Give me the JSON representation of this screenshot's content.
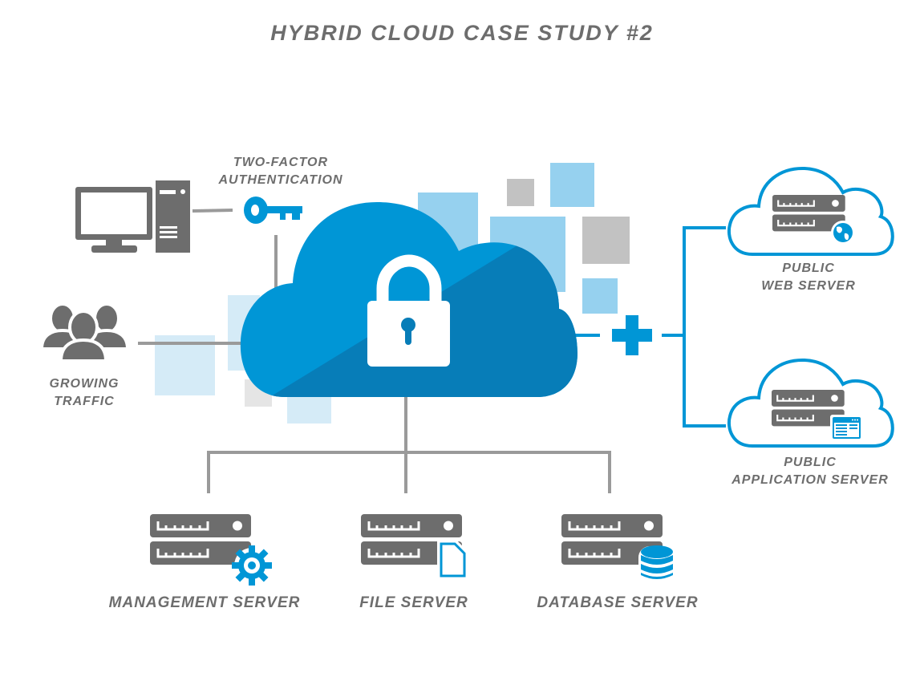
{
  "title": "HYBRID CLOUD CASE STUDY #2",
  "colors": {
    "primary_blue": "#0096d6",
    "dark_blue": "#077db8",
    "light_blue": "#96d1ef",
    "pale_blue": "#d5ebf7",
    "gray_icon": "#6d6d6d",
    "gray_line": "#9a9a9a",
    "gray_square": "#c2c2c2",
    "pale_gray": "#e5e5e5"
  },
  "nodes": {
    "workstation": {
      "icon": "desktop-computer-icon"
    },
    "two_factor": {
      "line1": "TWO-FACTOR",
      "line2": "AUTHENTICATION",
      "icon": "key-icon"
    },
    "traffic": {
      "line1": "GROWING",
      "line2": "TRAFFIC",
      "icon": "users-group-icon"
    },
    "private_cloud": {
      "icon": "padlock-icon"
    },
    "connector": {
      "icon": "plus-icon"
    },
    "public_web": {
      "line1": "PUBLIC",
      "line2": "WEB SERVER",
      "icon": "globe-icon"
    },
    "public_app": {
      "line1": "PUBLIC",
      "line2": "APPLICATION SERVER",
      "icon": "app-window-icon"
    },
    "management": {
      "label": "MANAGEMENT SERVER",
      "icon": "gear-icon"
    },
    "file": {
      "label": "FILE SERVER",
      "icon": "document-icon"
    },
    "database": {
      "label": "DATABASE SERVER",
      "icon": "database-icon"
    }
  }
}
